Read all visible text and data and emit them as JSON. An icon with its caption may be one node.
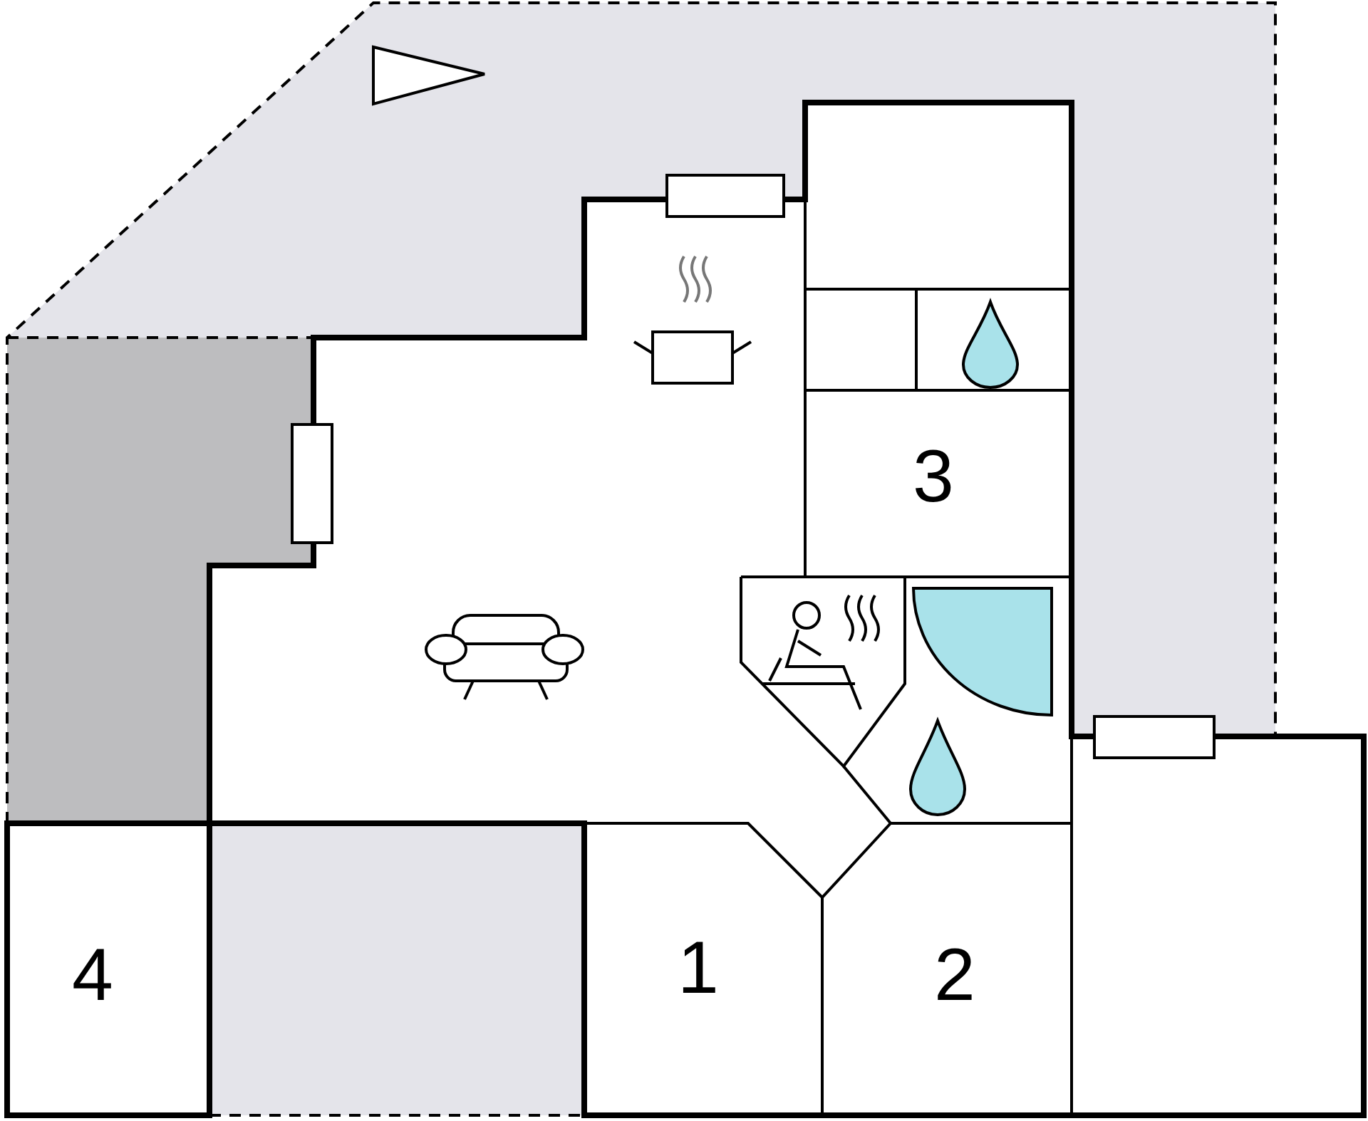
{
  "diagram": {
    "labels": [
      "3",
      "4",
      "1",
      "2"
    ]
  }
}
